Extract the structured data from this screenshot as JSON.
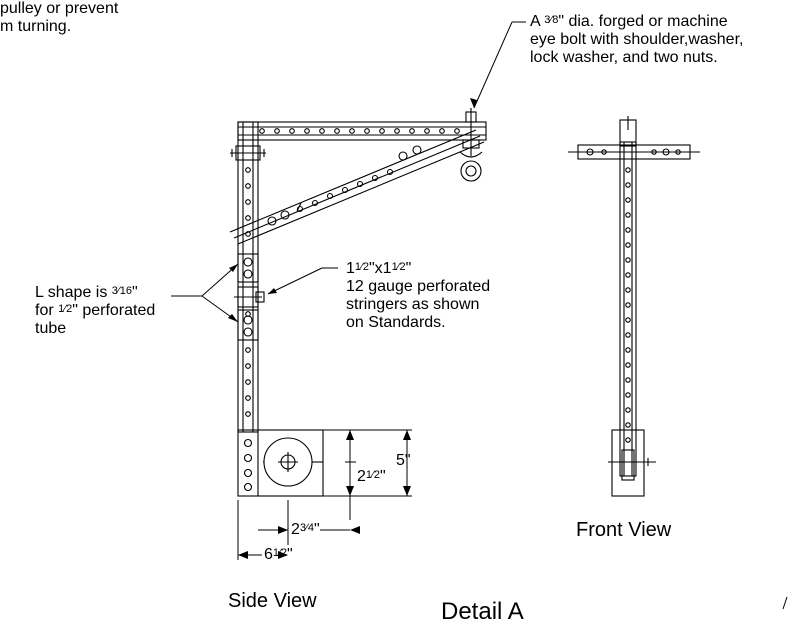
{
  "notes": {
    "top_left_line1": "pulley or prevent",
    "top_left_line2": "m turning.",
    "eyebolt_line1_pre": "A ",
    "eyebolt_line1_frac": "3⁄8",
    "eyebolt_line1_post": "\" dia. forged or machine",
    "eyebolt_line2": "eye bolt with shoulder,washer,",
    "eyebolt_line3": "lock washer, and two nuts.",
    "lshape_line1_pre": "L shape is ",
    "lshape_line1_frac": "3⁄16",
    "lshape_line1_post": "\"",
    "lshape_line2_pre": "for ",
    "lshape_line2_frac": "1⁄2",
    "lshape_line2_post": "\" perforated",
    "lshape_line3": "tube",
    "stringer_line1_a": "1",
    "stringer_line1_frac1": "1⁄2",
    "stringer_line1_b": "\"x1",
    "stringer_line1_frac2": "1⁄2",
    "stringer_line1_c": "\"",
    "stringer_line2": "12 gauge perforated",
    "stringer_line3": "stringers as shown",
    "stringer_line4": "on Standards."
  },
  "dimensions": {
    "height_5": "5\"",
    "height_2_whole": "2",
    "height_2_frac": "1⁄2",
    "height_2_unit": "\"",
    "width_2_whole": "2",
    "width_2_frac": "3⁄4",
    "width_2_unit": "\"",
    "width_6_whole": "6",
    "width_6_frac": "1⁄2",
    "width_6_unit": "\""
  },
  "views": {
    "side": "Side View",
    "front": "Front View",
    "detail": "Detail A"
  }
}
